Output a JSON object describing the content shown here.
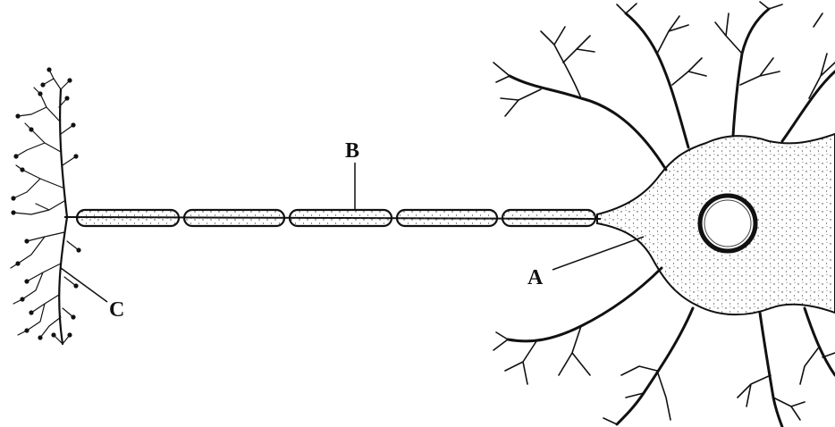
{
  "diagram": {
    "labels": {
      "a": "A",
      "b": "B",
      "c": "C"
    },
    "colors": {
      "ink": "#111111",
      "background": "#ffffff",
      "myelin_fill": "#f2f2f2"
    }
  }
}
